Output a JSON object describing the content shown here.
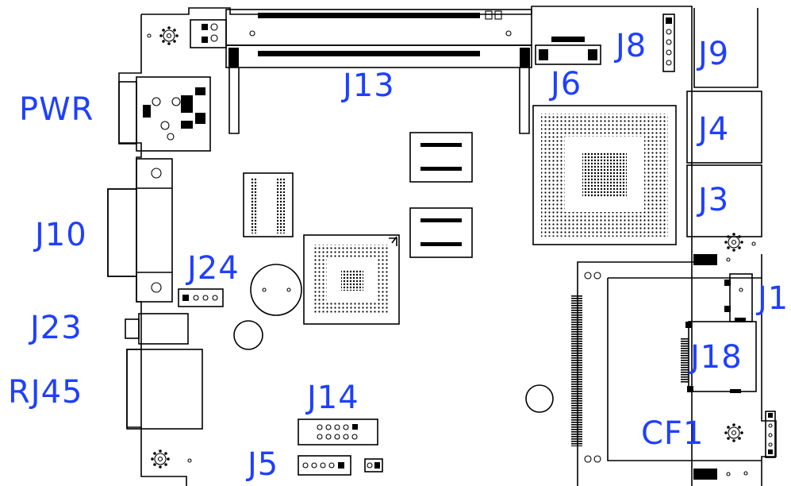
{
  "labels": {
    "pwr": "PWR",
    "j10": "J10",
    "j23": "J23",
    "rj45": "RJ45",
    "j13": "J13",
    "j24": "J24",
    "j14": "J14",
    "j5": "J5",
    "j6": "J6",
    "j8": "J8",
    "j9": "J9",
    "j4": "J4",
    "j3": "J3",
    "j1": "J1",
    "j18": "J18",
    "cf1": "CF1"
  },
  "colors": {
    "label": "#1f3fff",
    "line": "#000000",
    "background": "#ffffff"
  }
}
